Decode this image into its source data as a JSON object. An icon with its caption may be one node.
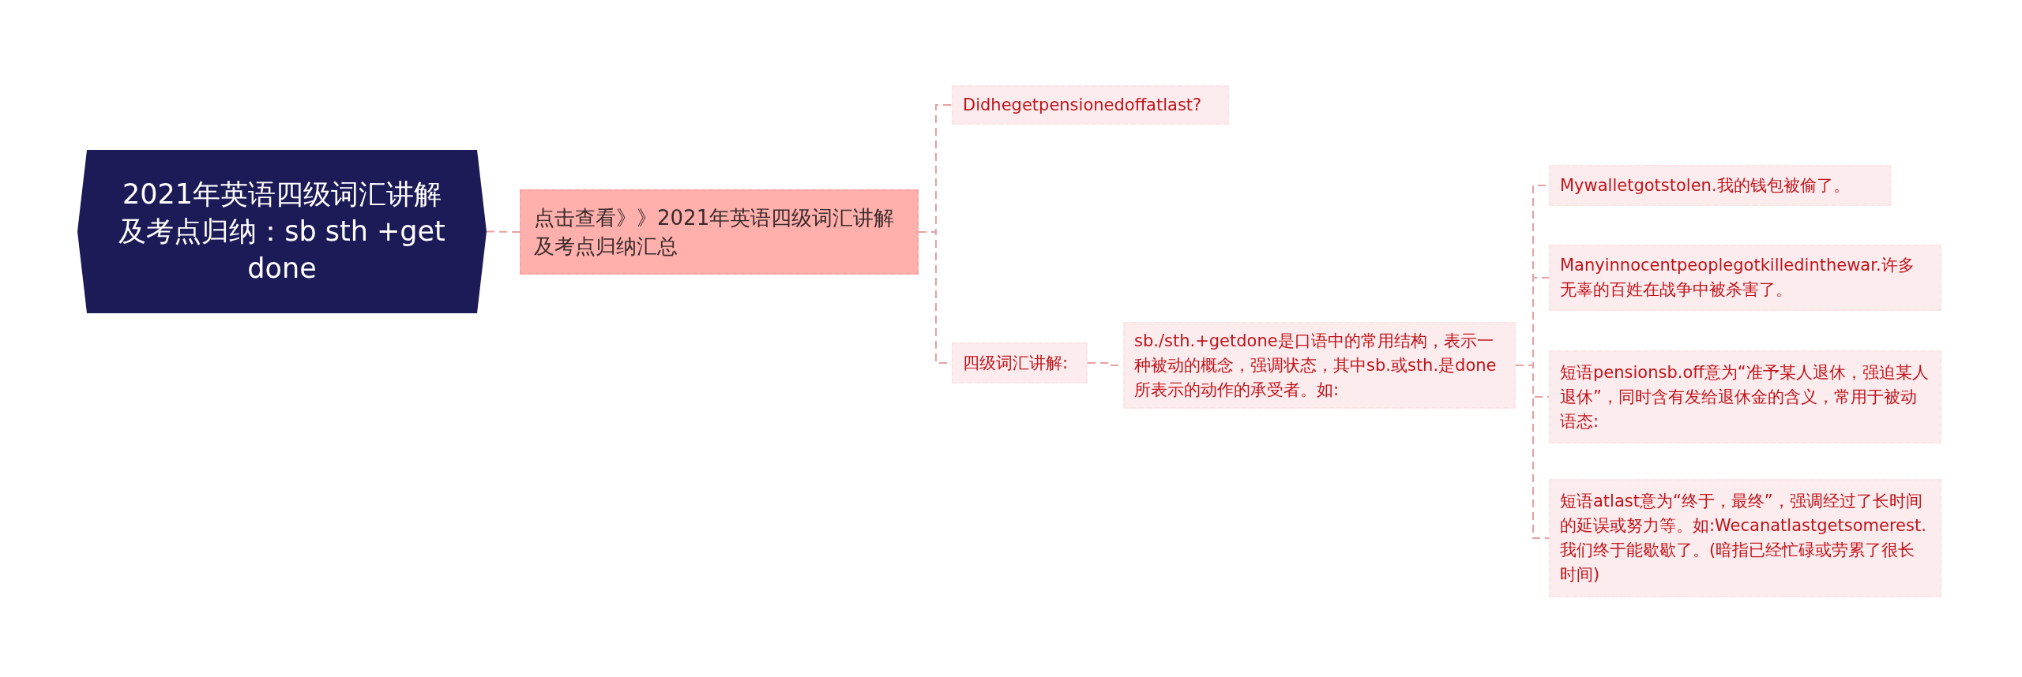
{
  "diagram": {
    "nodes": [
      {
        "text": [
          "2021年英语四级词汇讲解及考点归纳：sb sth +get done"
        ]
      },
      {
        "text": [
          "点击查看》》2021年英语四级词汇讲解及考点归纳汇总"
        ]
      },
      {
        "text": [
          "Didhegetpensionedoffatlast?"
        ]
      },
      {
        "text": [
          "四级词汇讲解:"
        ]
      },
      {
        "text": [
          "sb./sth.+getdone是口语中的常用结构，表示一种被动的概念，强调状态，其中sb.或sth.是done所表示的动作的承受者。如:"
        ]
      },
      {
        "text": [
          "Mywalletgotstolen.我的钱包被偷了。"
        ]
      },
      {
        "text": [
          "Manyinnocentpeoplegotkilledinthewar.许多无辜的百姓在战争中被杀害了。"
        ]
      },
      {
        "text": [
          "短语pensionsb.off意为“准予某人退休，强迫某人退休”，同时含有发给退休金的含义，常用于被动语态:"
        ]
      },
      {
        "text": [
          "短语atlast意为“终于，最终”，强调经过了长时间的延误或努力等。如:Wecanatlastgetsomerest.我们终于能歇歇了。(暗指已经忙碌或劳累了很长时间)"
        ]
      }
    ],
    "edges": [
      {
        "from": 0,
        "to": 1,
        "arrow": "none"
      },
      {
        "from": 1,
        "to": 2,
        "arrow": "none"
      },
      {
        "from": 1,
        "to": 3,
        "arrow": "none"
      },
      {
        "from": 3,
        "to": 4,
        "arrow": "none"
      },
      {
        "from": 4,
        "to": 5,
        "arrow": "none"
      },
      {
        "from": 4,
        "to": 6,
        "arrow": "none"
      },
      {
        "from": 4,
        "to": 7,
        "arrow": "none"
      },
      {
        "from": 4,
        "to": 8,
        "arrow": "none"
      }
    ]
  }
}
